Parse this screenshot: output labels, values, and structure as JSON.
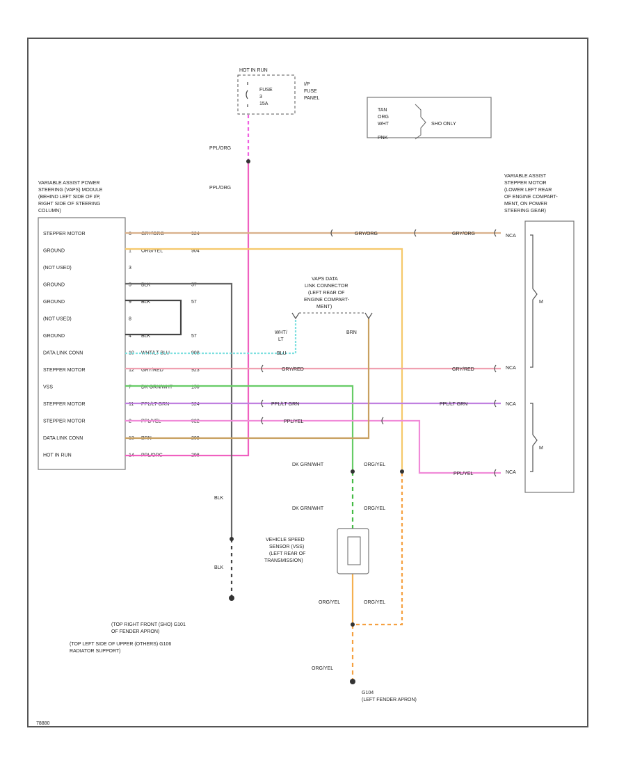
{
  "fuse": {
    "hot_label": "HOT IN RUN",
    "fuse_lines": [
      "FUSE",
      "3",
      "15A"
    ],
    "panel_lines": [
      "I/P",
      "FUSE",
      "PANEL"
    ]
  },
  "legend": {
    "items": [
      "TAN",
      "ORG",
      "WHT",
      "PNK"
    ],
    "note": "SHO ONLY"
  },
  "vaps_module": {
    "title_lines": [
      "VARIABLE ASSIST POWER",
      "STEERING (VAPS) MODULE",
      "(BEHIND LEFT SIDE OF I/P,",
      "RIGHT SIDE OF STEERING",
      "COLUMN)"
    ],
    "pins": [
      {
        "label": "STEPPER MOTOR",
        "num": "6",
        "wire": "GRY/ORG",
        "circuit": "924",
        "color": "#d6a77a"
      },
      {
        "label": "GROUND",
        "num": "1",
        "wire": "ORG/YEL",
        "circuit": "904",
        "color": "#f5c04a"
      },
      {
        "label": "(NOT USED)",
        "num": "3",
        "wire": "",
        "circuit": "",
        "color": ""
      },
      {
        "label": "GROUND",
        "num": "5",
        "wire": "BLK",
        "circuit": "57",
        "color": "#555555"
      },
      {
        "label": "GROUND",
        "num": "9",
        "wire": "BLK",
        "circuit": "57",
        "color": "#555555"
      },
      {
        "label": "(NOT USED)",
        "num": "8",
        "wire": "",
        "circuit": "",
        "color": ""
      },
      {
        "label": "GROUND",
        "num": "4",
        "wire": "BLK",
        "circuit": "57",
        "color": "#555555"
      },
      {
        "label": "DATA LINK CONN",
        "num": "10",
        "wire": "WHT/LT BLU",
        "circuit": "908",
        "color": "#8ee8e8"
      },
      {
        "label": "STEPPER MOTOR",
        "num": "12",
        "wire": "GRY/RED",
        "circuit": "923",
        "color": "#f0a0b0"
      },
      {
        "label": "VSS",
        "num": "7",
        "wire": "DK GRN/WHT",
        "circuit": "150",
        "color": "#66cc66"
      },
      {
        "label": "STEPPER MOTOR",
        "num": "11",
        "wire": "PPL/LT GRN",
        "circuit": "924",
        "color": "#c080e0"
      },
      {
        "label": "STEPPER MOTOR",
        "num": "2",
        "wire": "PPL/YEL",
        "circuit": "922",
        "color": "#f0a0b0"
      },
      {
        "label": "DATA LINK CONN",
        "num": "13",
        "wire": "BRN",
        "circuit": "209",
        "color": "#c8a060"
      },
      {
        "label": "HOT IN RUN",
        "num": "14",
        "wire": "PPL/ORG",
        "circuit": "298",
        "color": "#f060c0"
      }
    ]
  },
  "stepper": {
    "title_lines": [
      "VARIABLE ASSIST",
      "STEPPER MOTOR",
      "(LOWER LEFT REAR",
      "OF ENGINE COMPART-",
      "MENT, ON POWER",
      "STEERING GEAR)"
    ],
    "coil_label": "M",
    "pin_labels": [
      "NCA",
      "NCA",
      "NCA",
      "NCA"
    ],
    "wire_labels": [
      "GRY/ORG",
      "GRY/RED",
      "PPL/LT GRN",
      "PPL/YEL"
    ]
  },
  "dlc": {
    "title_lines": [
      "VAPS DATA",
      "LINK CONNECTOR",
      "(LEFT REAR OF",
      "ENGINE COMPART-",
      "MENT)"
    ],
    "wire_left": [
      "WHT/",
      "LT",
      "BLU"
    ],
    "wire_right": "BRN"
  },
  "vss": {
    "title_lines": [
      "VEHICLE SPEED",
      "SENSOR (VSS)",
      "(LEFT REAR OF",
      "TRANSMISSION)"
    ]
  },
  "labels": {
    "ppl_org_1": "PPL/ORG",
    "ppl_org_2": "PPL/ORG",
    "blk_1": "BLK",
    "blk_2": "BLK",
    "dk_grn_1": "DK GRN/WHT",
    "dk_grn_2": "DK GRN/WHT",
    "org_yel_1": "ORG/YEL",
    "org_yel_2": "ORG/YEL",
    "org_yel_3": "ORG/YEL",
    "org_yel_4": "ORG/YEL",
    "org_yel_5": "ORG/YEL",
    "ppl_yel_right": "PPL/YEL"
  },
  "ground_notes": {
    "g101": [
      "(TOP RIGHT FRONT   (SHO) G101",
      "OF FENDER APRON)"
    ],
    "g106": [
      "(TOP LEFT SIDE OF UPPER   (OTHERS) G106",
      "RADIATOR SUPPORT)"
    ],
    "g104": [
      "G104",
      "(LEFT FENDER APRON)"
    ]
  },
  "figure_id": "78880"
}
